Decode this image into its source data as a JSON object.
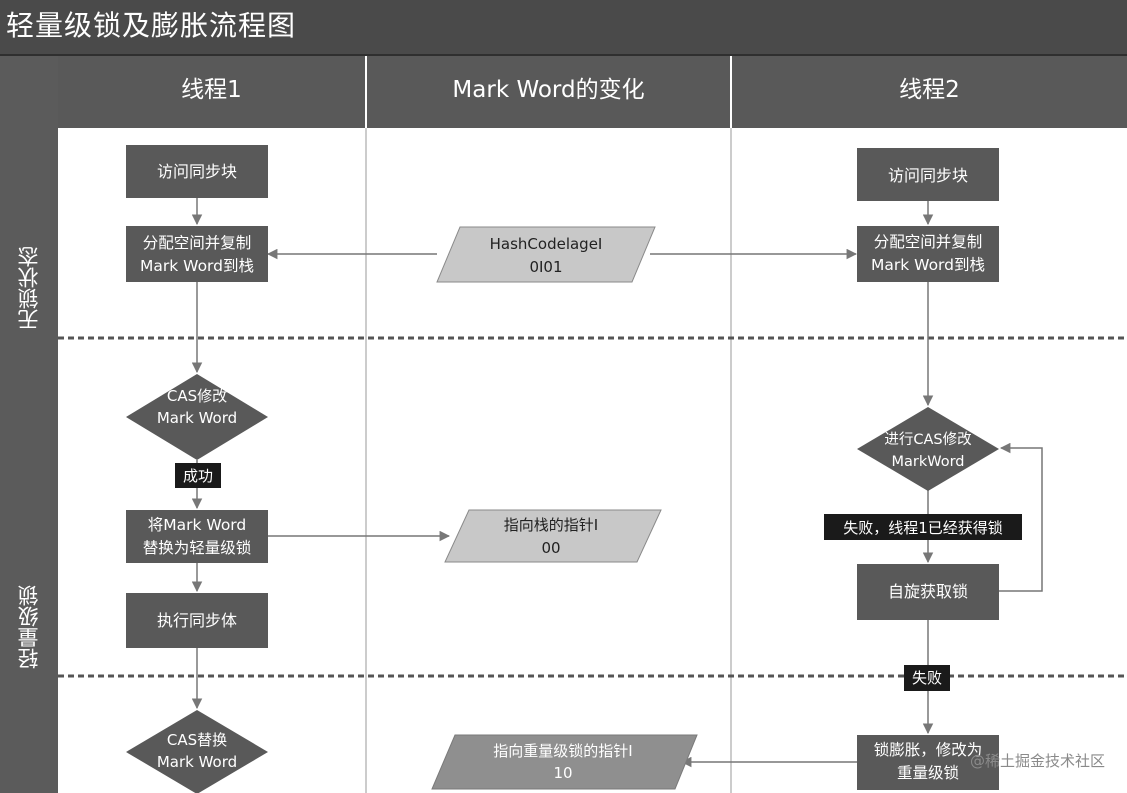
{
  "title": "轻量级锁及膨胀流程图",
  "columns": {
    "thread1": "线程1",
    "markword": "Mark Word的变化",
    "thread2": "线程2"
  },
  "lanes": {
    "unlocked": "无锁状态",
    "lightweight": "轻量级锁"
  },
  "nodes": {
    "t1_access": "访问同步块",
    "t1_copy_l1": "分配空间并复制",
    "t1_copy_l2": "Mark Word到栈",
    "t1_cas_l1": "CAS修改",
    "t1_cas_l2": "Mark Word",
    "t1_success": "成功",
    "t1_replace_l1": "将Mark Word",
    "t1_replace_l2": "替换为轻量级锁",
    "t1_exec": "执行同步体",
    "t1_cas2_l1": "CAS替换",
    "t1_cas2_l2": "Mark Word",
    "mw_hash_l1": "HashCodelageI",
    "mw_hash_l2": "0I01",
    "mw_stack_l1": "指向栈的指针I",
    "mw_stack_l2": "00",
    "mw_heavy_l1": "指向重量级锁的指针I",
    "mw_heavy_l2": "10",
    "t2_access": "访问同步块",
    "t2_copy_l1": "分配空间并复制",
    "t2_copy_l2": "Mark Word到栈",
    "t2_cas_l1": "进行CAS修改",
    "t2_cas_l2": "MarkWord",
    "t2_fail_msg": "失败，线程1已经获得锁",
    "t2_spin": "自旋获取锁",
    "t2_fail": "失败",
    "t2_inflate_l1": "锁膨胀，修改为",
    "t2_inflate_l2": "重量级锁"
  },
  "watermark": "@稀土掘金技术社区",
  "colors": {
    "header": "#595959",
    "box": "#595959",
    "parallelogram": "#c8c8c8",
    "line": "#777777"
  }
}
